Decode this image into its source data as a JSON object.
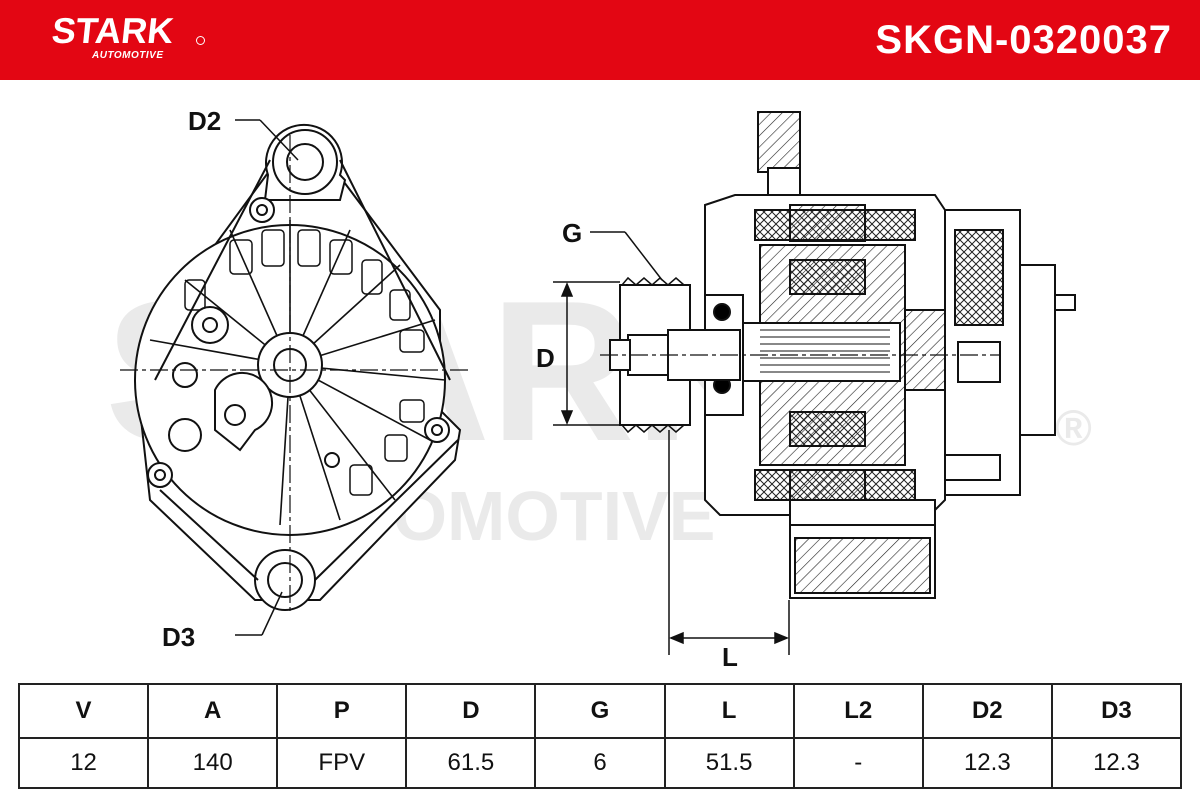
{
  "header": {
    "brand": "STARK",
    "brand_sub": "AUTOMOTIVE",
    "part_number": "SKGN-0320037",
    "accent_color": "#e30613"
  },
  "drawing": {
    "watermark_main": "STARK",
    "watermark_sub": "AUTOMOTIVE",
    "watermark_reg": "®",
    "labels": {
      "d2": "D2",
      "d3": "D3",
      "g": "G",
      "d": "D",
      "l": "L"
    }
  },
  "specs": {
    "headers": [
      "V",
      "A",
      "P",
      "D",
      "G",
      "L",
      "L2",
      "D2",
      "D3"
    ],
    "values": [
      "12",
      "140",
      "FPV",
      "61.5",
      "6",
      "51.5",
      "-",
      "12.3",
      "12.3"
    ]
  }
}
